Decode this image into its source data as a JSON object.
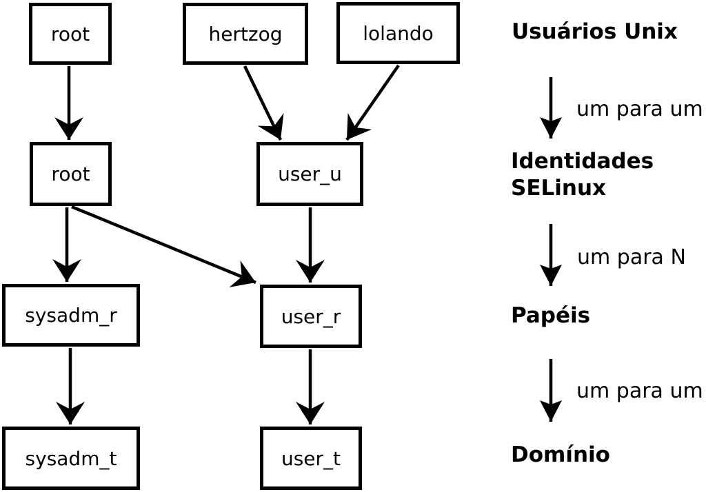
{
  "diagram": {
    "title_semantic": "Unix users to SELinux identities, roles and domains mapping",
    "colors": {
      "background": "#ffffff",
      "stroke": "#000000",
      "text": "#000000"
    },
    "boxes": [
      {
        "id": "root-unix",
        "label": "root"
      },
      {
        "id": "hertzog",
        "label": "hertzog"
      },
      {
        "id": "lolando",
        "label": "lolando"
      },
      {
        "id": "root-selinux",
        "label": "root"
      },
      {
        "id": "user_u",
        "label": "user_u"
      },
      {
        "id": "sysadm_r",
        "label": "sysadm_r"
      },
      {
        "id": "user_r",
        "label": "user_r"
      },
      {
        "id": "sysadm_t",
        "label": "sysadm_t"
      },
      {
        "id": "user_t",
        "label": "user_t"
      }
    ],
    "edges": [
      {
        "from": "root (unix user)",
        "to": "root (selinux identity)"
      },
      {
        "from": "hertzog",
        "to": "user_u"
      },
      {
        "from": "lolando",
        "to": "user_u"
      },
      {
        "from": "root (selinux identity)",
        "to": "sysadm_r"
      },
      {
        "from": "root (selinux identity)",
        "to": "user_r"
      },
      {
        "from": "user_u",
        "to": "user_r"
      },
      {
        "from": "sysadm_r",
        "to": "sysadm_t"
      },
      {
        "from": "user_r",
        "to": "user_t"
      }
    ],
    "legend": {
      "levels": [
        {
          "label": "Usuários Unix"
        },
        {
          "label": "Identidades\nSELinux"
        },
        {
          "label": "Papéis"
        },
        {
          "label": "Domínio"
        }
      ],
      "mappings": [
        {
          "label": "um para um"
        },
        {
          "label": "um para N"
        },
        {
          "label": "um para um"
        }
      ]
    }
  }
}
